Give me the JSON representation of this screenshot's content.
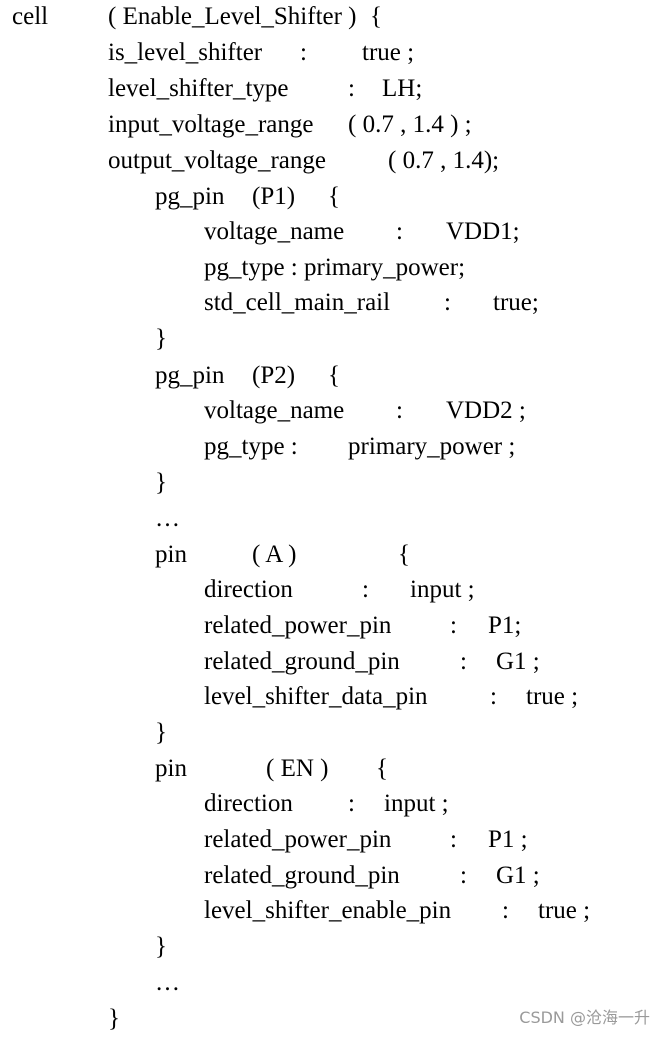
{
  "lines": [
    [
      {
        "t": "cell"
      },
      {
        "t": "( Enable_Level_Shifter )"
      },
      {
        "t": "{"
      }
    ],
    [
      {
        "t": "is_level_shifter"
      },
      {
        "t": ":"
      },
      {
        "t": "true ;"
      }
    ],
    [
      {
        "t": "level_shifter_type"
      },
      {
        "t": ":"
      },
      {
        "t": "LH;"
      }
    ],
    [
      {
        "t": "input_voltage_range"
      },
      {
        "t": "( 0.7 , 1.4 ) ;"
      }
    ],
    [
      {
        "t": "output_voltage_range"
      },
      {
        "t": "( 0.7 , 1.4);"
      }
    ],
    [
      {
        "t": "pg_pin"
      },
      {
        "t": "(P1)"
      },
      {
        "t": "{"
      }
    ],
    [
      {
        "t": "voltage_name"
      },
      {
        "t": ":"
      },
      {
        "t": "VDD1;"
      }
    ],
    [
      {
        "t": "pg_type : primary_power;"
      }
    ],
    [
      {
        "t": "std_cell_main_rail"
      },
      {
        "t": ":"
      },
      {
        "t": "true;"
      }
    ],
    [
      {
        "t": "}"
      }
    ],
    [
      {
        "t": "pg_pin"
      },
      {
        "t": "(P2)"
      },
      {
        "t": "{"
      }
    ],
    [
      {
        "t": "voltage_name"
      },
      {
        "t": ":"
      },
      {
        "t": "VDD2 ;"
      }
    ],
    [
      {
        "t": "pg_type :"
      },
      {
        "t": "primary_power ;"
      }
    ],
    [
      {
        "t": "}"
      }
    ],
    [
      {
        "t": "…"
      }
    ],
    [
      {
        "t": "pin"
      },
      {
        "t": "( A )"
      },
      {
        "t": "{"
      }
    ],
    [
      {
        "t": "direction"
      },
      {
        "t": ":"
      },
      {
        "t": "input ;"
      }
    ],
    [
      {
        "t": "related_power_pin"
      },
      {
        "t": ":"
      },
      {
        "t": "P1;"
      }
    ],
    [
      {
        "t": "related_ground_pin"
      },
      {
        "t": ":"
      },
      {
        "t": "G1 ;"
      }
    ],
    [
      {
        "t": "level_shifter_data_pin"
      },
      {
        "t": ":"
      },
      {
        "t": "true ;"
      }
    ],
    [
      {
        "t": "}"
      }
    ],
    [
      {
        "t": "pin"
      },
      {
        "t": "( EN )"
      },
      {
        "t": "{"
      }
    ],
    [
      {
        "t": "direction"
      },
      {
        "t": ":"
      },
      {
        "t": "input ;"
      }
    ],
    [
      {
        "t": "related_power_pin"
      },
      {
        "t": ":"
      },
      {
        "t": "P1 ;"
      }
    ],
    [
      {
        "t": "related_ground_pin"
      },
      {
        "t": ":"
      },
      {
        "t": "G1 ;"
      }
    ],
    [
      {
        "t": "level_shifter_enable_pin"
      },
      {
        "t": ":"
      },
      {
        "t": "true ;"
      }
    ],
    [
      {
        "t": "}"
      }
    ],
    [
      {
        "t": "…"
      }
    ],
    [
      {
        "t": "}"
      }
    ]
  ],
  "watermark": "CSDN @沧海一升"
}
